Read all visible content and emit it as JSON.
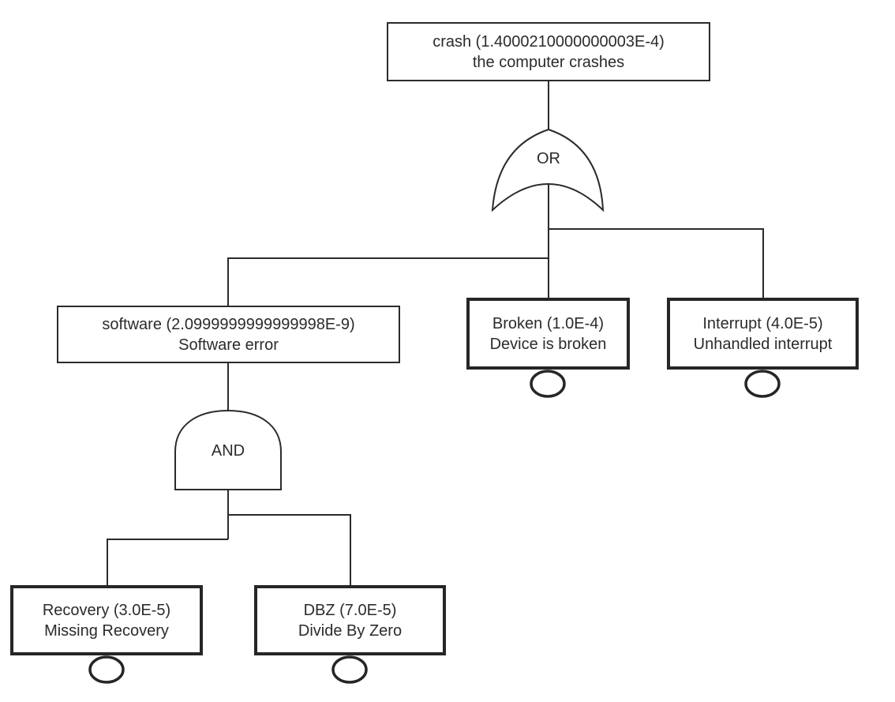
{
  "diagram": {
    "type": "fault-tree",
    "background_color": "#ffffff",
    "line_color": "#2b2b2b",
    "nodes": {
      "crash": {
        "label": "crash (1.4000210000000003E-4)",
        "description": "the computer crashes",
        "kind": "top-event"
      },
      "software": {
        "label": "software (2.0999999999999998E-9)",
        "description": "Software error",
        "kind": "intermediate-event"
      },
      "broken": {
        "label": "Broken (1.0E-4)",
        "description": "Device is broken",
        "kind": "basic-event"
      },
      "interrupt": {
        "label": "Interrupt (4.0E-5)",
        "description": "Unhandled interrupt",
        "kind": "basic-event"
      },
      "recovery": {
        "label": "Recovery (3.0E-5)",
        "description": "Missing Recovery",
        "kind": "basic-event"
      },
      "dbz": {
        "label": "DBZ (7.0E-5)",
        "description": "Divide By Zero",
        "kind": "basic-event"
      }
    },
    "gates": {
      "or": {
        "label": "OR"
      },
      "and": {
        "label": "AND"
      }
    }
  }
}
